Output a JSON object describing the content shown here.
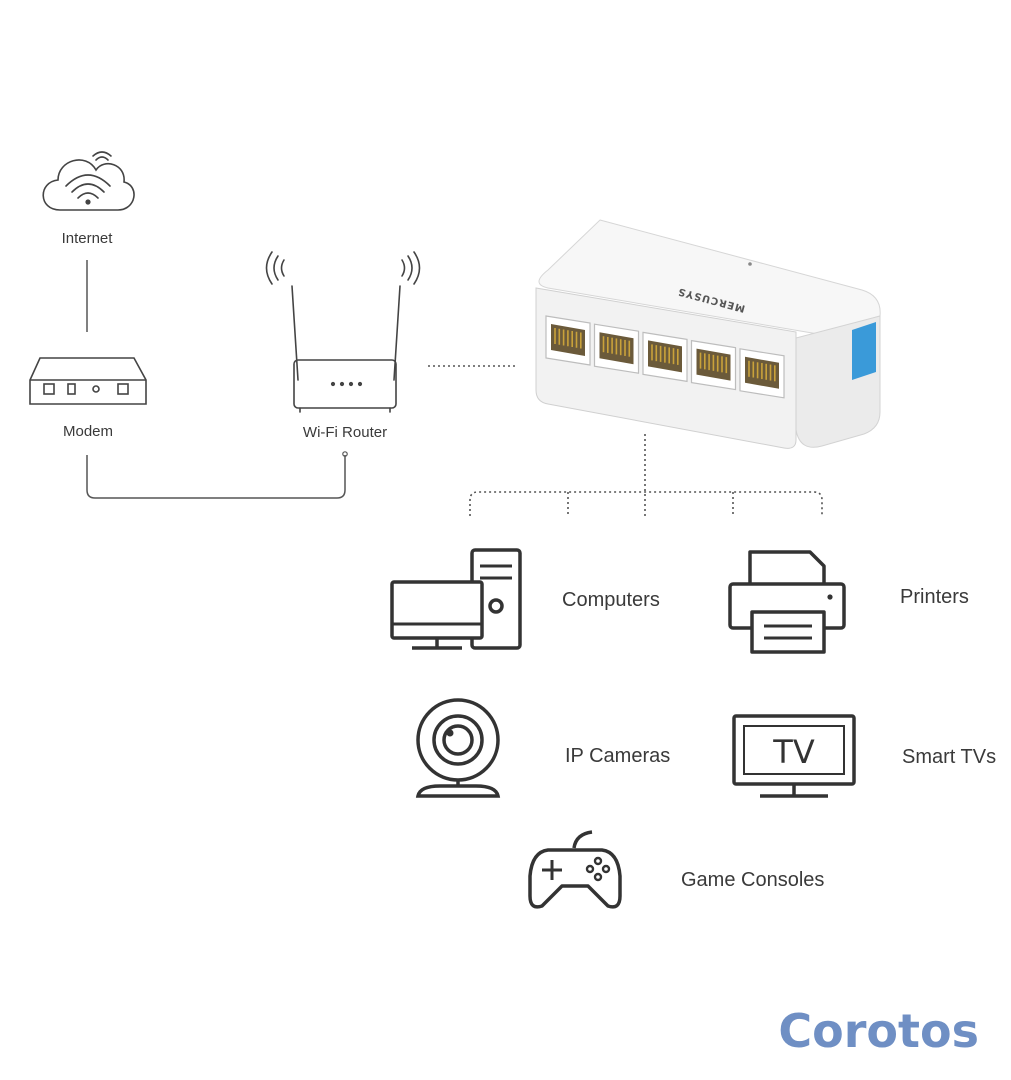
{
  "network": {
    "internet": {
      "label": "Internet",
      "icon": "cloud-wifi-icon"
    },
    "modem": {
      "label": "Modem",
      "icon": "modem-icon"
    },
    "router": {
      "label": "Wi-Fi Router",
      "icon": "wifi-router-icon"
    },
    "switch": {
      "brand": "MERCUSYS",
      "ports": 5,
      "icon": "ethernet-switch-icon"
    }
  },
  "devices": [
    {
      "label": "Computers",
      "icon": "computer-icon"
    },
    {
      "label": "Printers",
      "icon": "printer-icon"
    },
    {
      "label": "IP Cameras",
      "icon": "webcam-icon"
    },
    {
      "label": "Smart TVs",
      "icon": "tv-icon",
      "screen_text": "TV"
    },
    {
      "label": "Game Consoles",
      "icon": "gamepad-icon"
    }
  ],
  "watermark": {
    "text": "Corotos",
    "color": "#6f8fc4"
  },
  "colors": {
    "line": "#555555",
    "switch_body": "#f4f4f4",
    "switch_accent": "#3a9ad9",
    "port_gold": "#c9a23a"
  }
}
